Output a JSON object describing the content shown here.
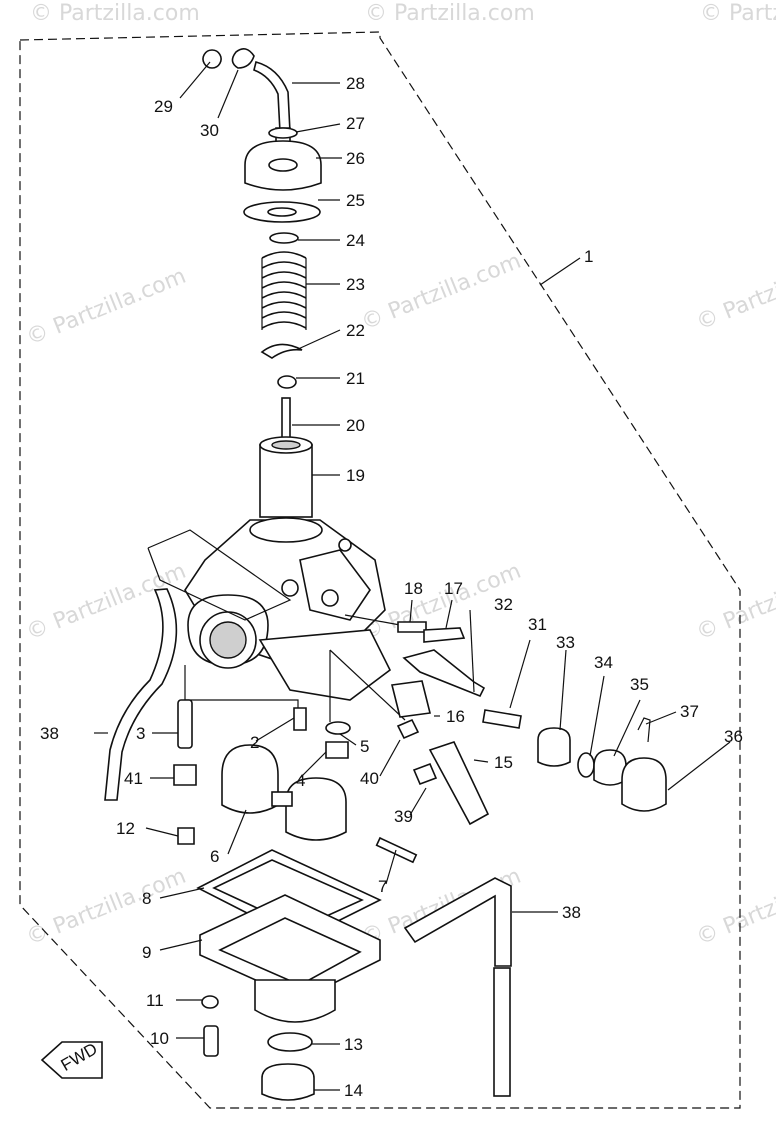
{
  "watermark": {
    "text": "© Partzilla.com"
  },
  "fwd_badge": "FWD",
  "callouts": [
    "1",
    "2",
    "3",
    "4",
    "5",
    "6",
    "7",
    "8",
    "9",
    "10",
    "11",
    "12",
    "13",
    "14",
    "15",
    "16",
    "17",
    "18",
    "19",
    "20",
    "21",
    "22",
    "23",
    "24",
    "25",
    "26",
    "27",
    "28",
    "29",
    "30",
    "31",
    "32",
    "33",
    "34",
    "35",
    "36",
    "37",
    "38",
    "38",
    "39",
    "40",
    "41"
  ]
}
